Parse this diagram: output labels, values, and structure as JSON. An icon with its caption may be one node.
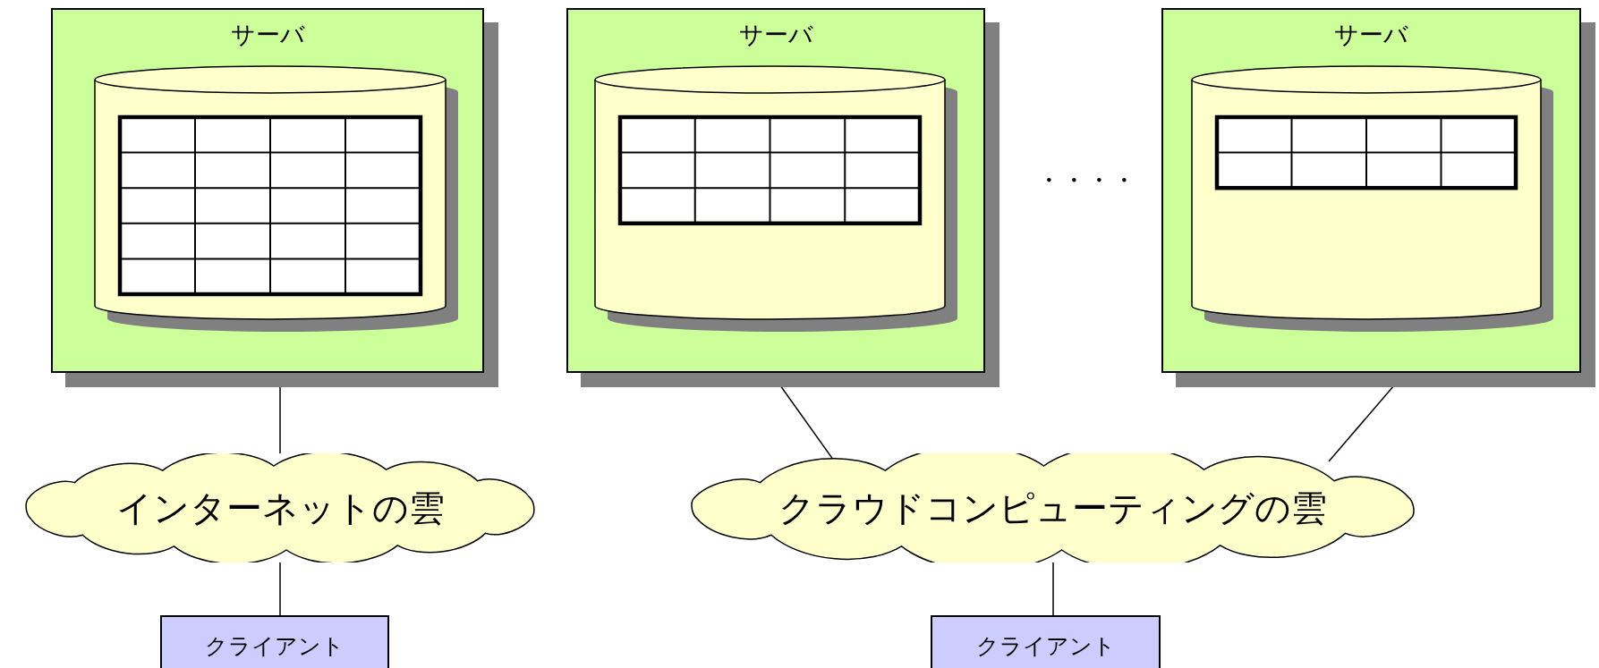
{
  "diagram": {
    "nodes": [
      {
        "text": [
          "サーバ"
        ]
      },
      {
        "text": [],
        "shape": "cylinder",
        "in": 0
      },
      {
        "text": [
          "サーバ"
        ]
      },
      {
        "text": [],
        "shape": "cylinder",
        "in": 2
      },
      {
        "text": [
          "サーバ"
        ]
      },
      {
        "text": [],
        "shape": "cylinder",
        "in": 4
      },
      {
        "text": [
          "インターネットの雲"
        ]
      },
      {
        "text": [
          "クラウドコンピューティングの雲"
        ]
      },
      {
        "text": [
          "クライアント"
        ]
      },
      {
        "text": [
          "クライアント"
        ]
      }
    ],
    "edges": [
      {
        "from": 0,
        "to": 6,
        "arrow": "none"
      },
      {
        "from": 6,
        "to": 8,
        "arrow": "none"
      },
      {
        "from": 2,
        "to": 7,
        "arrow": "none"
      },
      {
        "from": 4,
        "to": 7,
        "arrow": "none"
      },
      {
        "from": 7,
        "to": 9,
        "arrow": "none"
      }
    ],
    "labels": [
      "・・・・"
    ]
  }
}
